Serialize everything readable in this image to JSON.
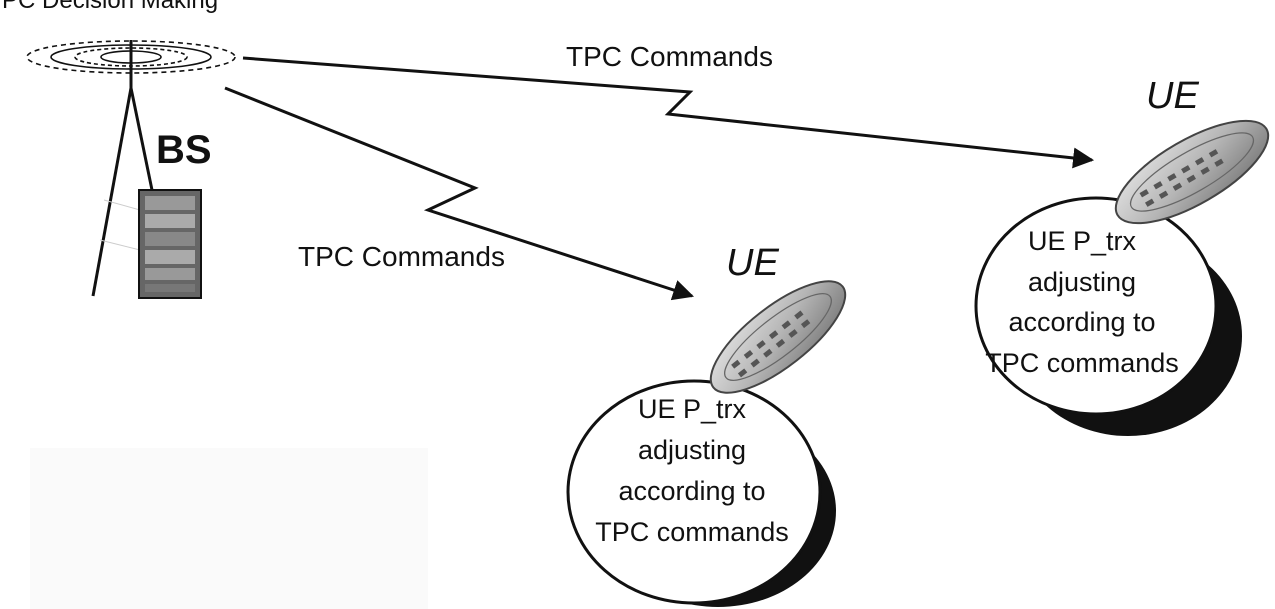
{
  "header": {
    "title": "PC Decision Making"
  },
  "base_station": {
    "label": "BS"
  },
  "links": [
    {
      "label": "TPC Commands"
    },
    {
      "label": "TPC Commands"
    }
  ],
  "ue_devices": [
    {
      "label": "UE",
      "bubble_lines": [
        "UE P_trx",
        "adjusting",
        "according to",
        "TPC commands"
      ]
    },
    {
      "label": "UE",
      "bubble_lines": [
        "UE P_trx",
        "adjusting",
        "according to",
        "TPC commands"
      ]
    }
  ]
}
